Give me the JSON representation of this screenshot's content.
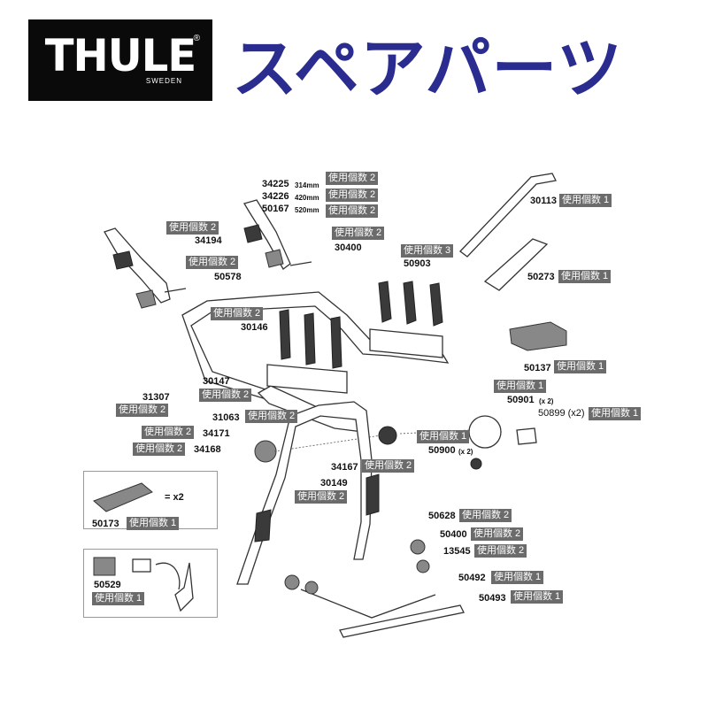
{
  "header": {
    "brand": "THULE",
    "brand_sub": "SWEDEN",
    "brand_reg": "®",
    "title": "スペアパーツ"
  },
  "parts": [
    {
      "id": "p34225",
      "number": "34225",
      "size": "314mm",
      "qty": "使用個数 2"
    },
    {
      "id": "p34226",
      "number": "34226",
      "size": "420mm",
      "qty": "使用個数 2"
    },
    {
      "id": "p50167",
      "number": "50167",
      "size": "520mm",
      "qty": "使用個数 2"
    },
    {
      "id": "p34194",
      "number": "34194",
      "qty": "使用個数 2"
    },
    {
      "id": "p30400",
      "number": "30400",
      "qty": "使用個数 2"
    },
    {
      "id": "p50578",
      "number": "50578",
      "qty": "使用個数 2"
    },
    {
      "id": "p30113",
      "number": "30113",
      "qty": "使用個数 1"
    },
    {
      "id": "p50903",
      "number": "50903",
      "qty": "使用個数 3"
    },
    {
      "id": "p50273",
      "number": "50273",
      "qty": "使用個数 1"
    },
    {
      "id": "p30146",
      "number": "30146",
      "qty": "使用個数 2"
    },
    {
      "id": "p30147",
      "number": "30147",
      "qty": "使用個数 2"
    },
    {
      "id": "p31307",
      "number": "31307",
      "qty": "使用個数 2"
    },
    {
      "id": "p50137",
      "number": "50137",
      "qty": "使用個数 1"
    },
    {
      "id": "p50901",
      "number": "50901",
      "mult": "(x 2)",
      "qty": "使用個数 1"
    },
    {
      "id": "p50899",
      "number": "50899 (x2)",
      "qty": "使用個数 1"
    },
    {
      "id": "p31063",
      "number": "31063",
      "qty": "使用個数 2"
    },
    {
      "id": "p34171",
      "number": "34171",
      "qty": "使用個数 2"
    },
    {
      "id": "p34168",
      "number": "34168",
      "qty": "使用個数 2"
    },
    {
      "id": "p50900",
      "number": "50900",
      "mult": "(x 2)",
      "qty": "使用個数 1"
    },
    {
      "id": "p34167",
      "number": "34167",
      "qty": "使用個数 2"
    },
    {
      "id": "p30149",
      "number": "30149",
      "qty": "使用個数 2"
    },
    {
      "id": "p50173",
      "number": "50173",
      "qty": "使用個数 1"
    },
    {
      "id": "p50628",
      "number": "50628",
      "qty": "使用個数 2"
    },
    {
      "id": "p50400",
      "number": "50400",
      "qty": "使用個数 2"
    },
    {
      "id": "p13545",
      "number": "13545",
      "qty": "使用個数 2"
    },
    {
      "id": "p50529",
      "number": "50529",
      "qty": "使用個数 1"
    },
    {
      "id": "p50492",
      "number": "50492",
      "qty": "使用個数 1"
    },
    {
      "id": "p50493",
      "number": "50493",
      "qty": "使用個数 1"
    }
  ],
  "insets": {
    "pads_mult": "= x2"
  }
}
